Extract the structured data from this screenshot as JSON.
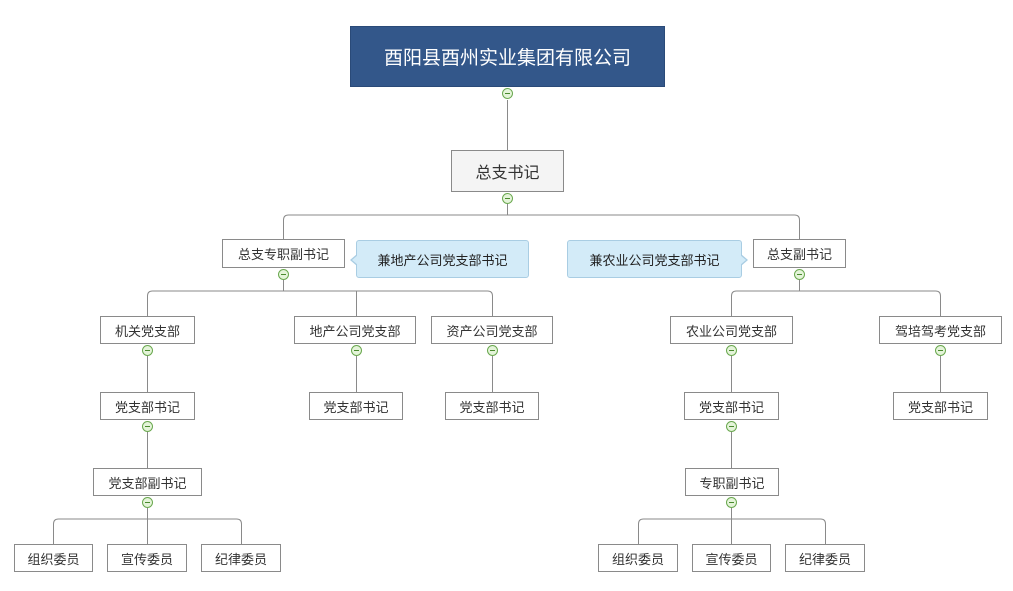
{
  "org": {
    "root": "酉阳县酉州实业集团有限公司",
    "general_secretary": "总支书记",
    "left_deputy": "总支专职副书记",
    "left_note": "兼地产公司党支部书记",
    "right_deputy": "总支副书记",
    "right_note": "兼农业公司党支部书记",
    "jiguan": {
      "branch": "机关党支部",
      "secretary": "党支部书记",
      "deputy": "党支部副书记",
      "members": [
        "组织委员",
        "宣传委员",
        "纪律委员"
      ]
    },
    "dichan": {
      "branch": "地产公司党支部",
      "secretary": "党支部书记"
    },
    "zichan": {
      "branch": "资产公司党支部",
      "secretary": "党支部书记"
    },
    "nongye": {
      "branch": "农业公司党支部",
      "secretary": "党支部书记",
      "deputy": "专职副书记",
      "members": [
        "组织委员",
        "宣传委员",
        "纪律委员"
      ]
    },
    "yuanpei": {
      "branch": "驾培驾考党支部",
      "secretary": "党支部书记"
    }
  },
  "colors": {
    "root_fill": "#33578a",
    "note_fill": "#d3ebf8",
    "toggle_fill": "#e4f4d9",
    "line": "#8a8a8a"
  }
}
